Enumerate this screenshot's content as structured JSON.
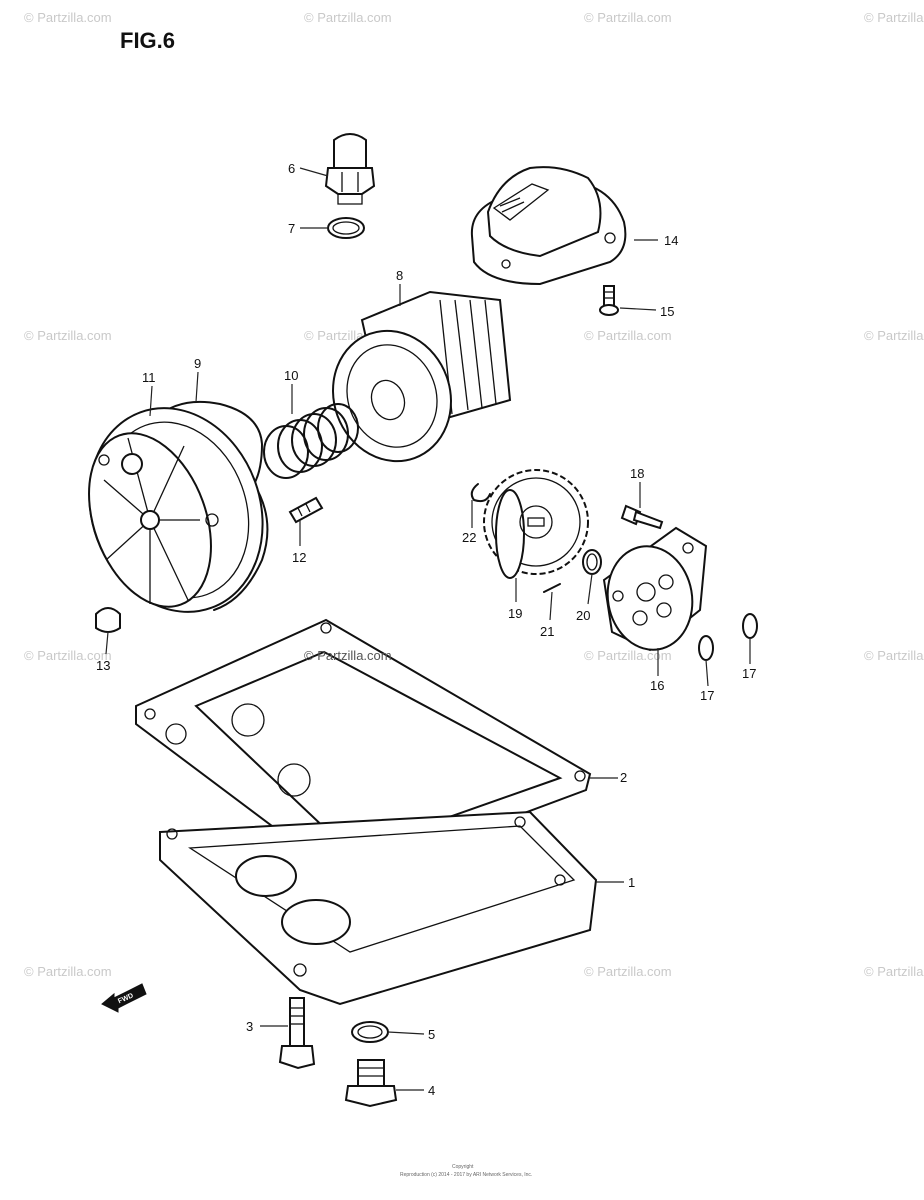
{
  "figure": {
    "title": "FIG.6"
  },
  "watermark": {
    "text": "© Partzilla.com"
  },
  "center_watermark": {
    "text": "© Partzilla.com"
  },
  "front_arrow": {
    "label": "FWD"
  },
  "footer": {
    "line1": "Copyright",
    "line2": "Reproduction (c) 2014 - 2017 by ARI Network Services, Inc."
  },
  "callouts": {
    "c1": "1",
    "c2": "2",
    "c3": "3",
    "c4": "4",
    "c5": "5",
    "c6": "6",
    "c7": "7",
    "c8": "8",
    "c9": "9",
    "c10": "10",
    "c11": "11",
    "c12": "12",
    "c13": "13",
    "c14": "14",
    "c15": "15",
    "c16": "16",
    "c17a": "17",
    "c17b": "17",
    "c18": "18",
    "c19": "19",
    "c20": "20",
    "c21": "21",
    "c22": "22"
  }
}
